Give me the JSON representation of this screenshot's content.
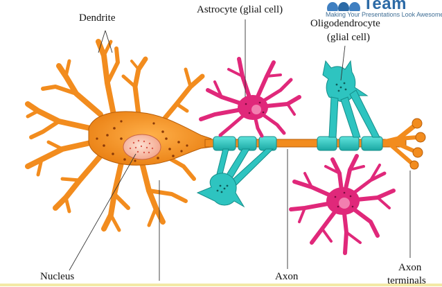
{
  "labels": {
    "dendrite": "Dendrite",
    "astrocyte_line1": "Astrocyte (glial cell)",
    "oligo_line1": "Oligodendrocyte",
    "oligo_line2": "(glial cell)",
    "nucleus": "Nucleus",
    "axon": "Axon",
    "axon_terminals_line1": "Axon",
    "axon_terminals_line2": "terminals"
  },
  "logo": {
    "word": "Team",
    "tagline": "Making Your Presentations Look Awesome"
  },
  "colors": {
    "neuron": "#f28c1e",
    "neuron_outline": "#b65c08",
    "nucleus": "#f9b8a0",
    "myelin": "#2ec4c0",
    "astrocyte": "#e0287a",
    "oligodendrocyte": "#2ec4c0",
    "logo_blue": "#2c6aa6"
  },
  "icons": {
    "logo_mark": "three-person-silhouettes-icon"
  }
}
